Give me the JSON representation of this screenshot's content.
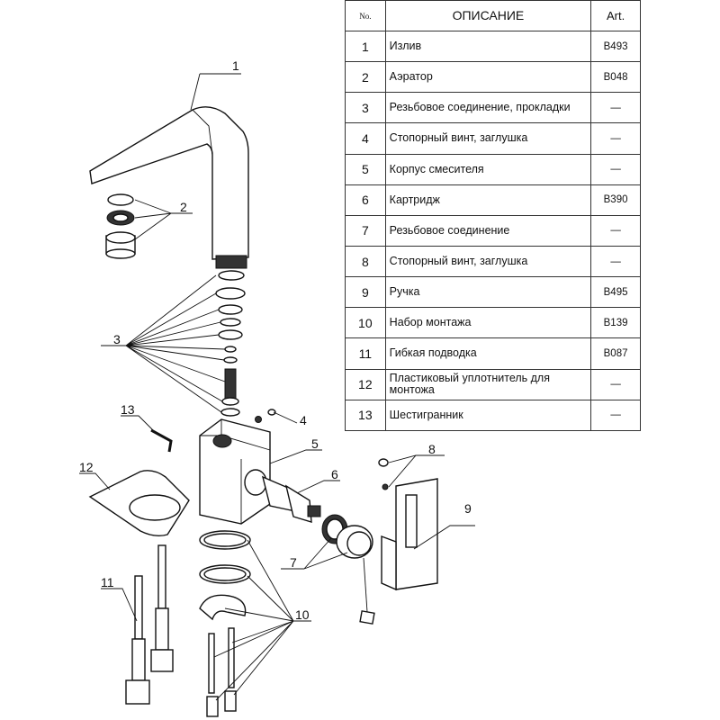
{
  "table": {
    "headers": {
      "no": "No.",
      "description": "ОПИСАНИЕ",
      "art": "Art."
    },
    "rows": [
      {
        "no": "1",
        "description": "Излив",
        "art": "B493"
      },
      {
        "no": "2",
        "description": "Аэратор",
        "art": "B048"
      },
      {
        "no": "3",
        "description": "Резьбовое соединение, прокладки",
        "art": "—"
      },
      {
        "no": "4",
        "description": "Стопорный винт, заглушка",
        "art": "—"
      },
      {
        "no": "5",
        "description": "Корпус смесителя",
        "art": "—"
      },
      {
        "no": "6",
        "description": "Картридж",
        "art": "B390"
      },
      {
        "no": "7",
        "description": "Резьбовое соединение",
        "art": "—"
      },
      {
        "no": "8",
        "description": "Стопорный винт, заглушка",
        "art": "—"
      },
      {
        "no": "9",
        "description": "Ручка",
        "art": "B495"
      },
      {
        "no": "10",
        "description": "Набор монтажа",
        "art": "B139"
      },
      {
        "no": "11",
        "description": "Гибкая подводка",
        "art": "B087"
      },
      {
        "no": "12",
        "description": "Пластиковый уплотнитель для монтожа",
        "art": "—"
      },
      {
        "no": "13",
        "description": "Шестигранник",
        "art": "—"
      }
    ]
  },
  "callouts": [
    "1",
    "2",
    "3",
    "4",
    "5",
    "6",
    "7",
    "8",
    "9",
    "10",
    "11",
    "12",
    "13"
  ],
  "colors": {
    "line": "#111111",
    "fill": "#ffffff",
    "dark": "#333333"
  }
}
